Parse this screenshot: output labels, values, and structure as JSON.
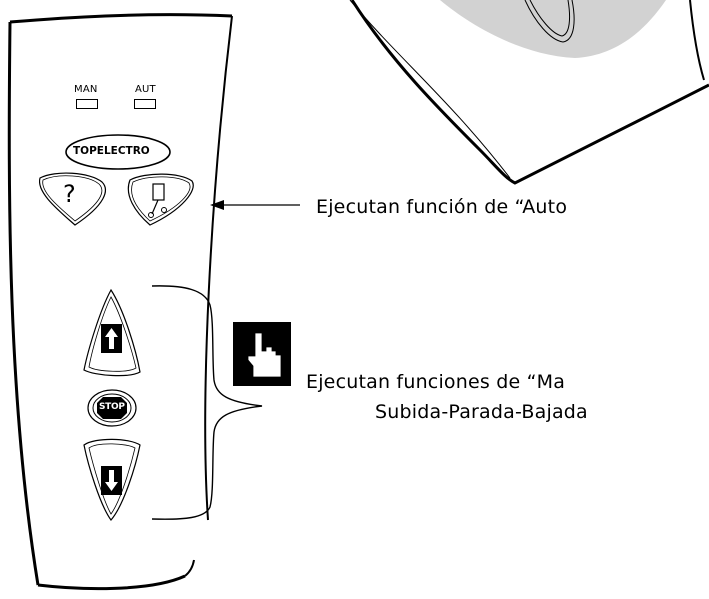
{
  "remote": {
    "indicators": [
      {
        "label": "MAN"
      },
      {
        "label": "AUT"
      }
    ],
    "brand": "TOPELECTRO",
    "help_button_label": "?",
    "stop_button_label": "STOP"
  },
  "annotations": {
    "auto_caption": "Ejecutan función de “Auto",
    "manual_caption_line1": "Ejecutan funciones de “Ma",
    "manual_caption_line2": "Subida-Parada-Bajada"
  }
}
